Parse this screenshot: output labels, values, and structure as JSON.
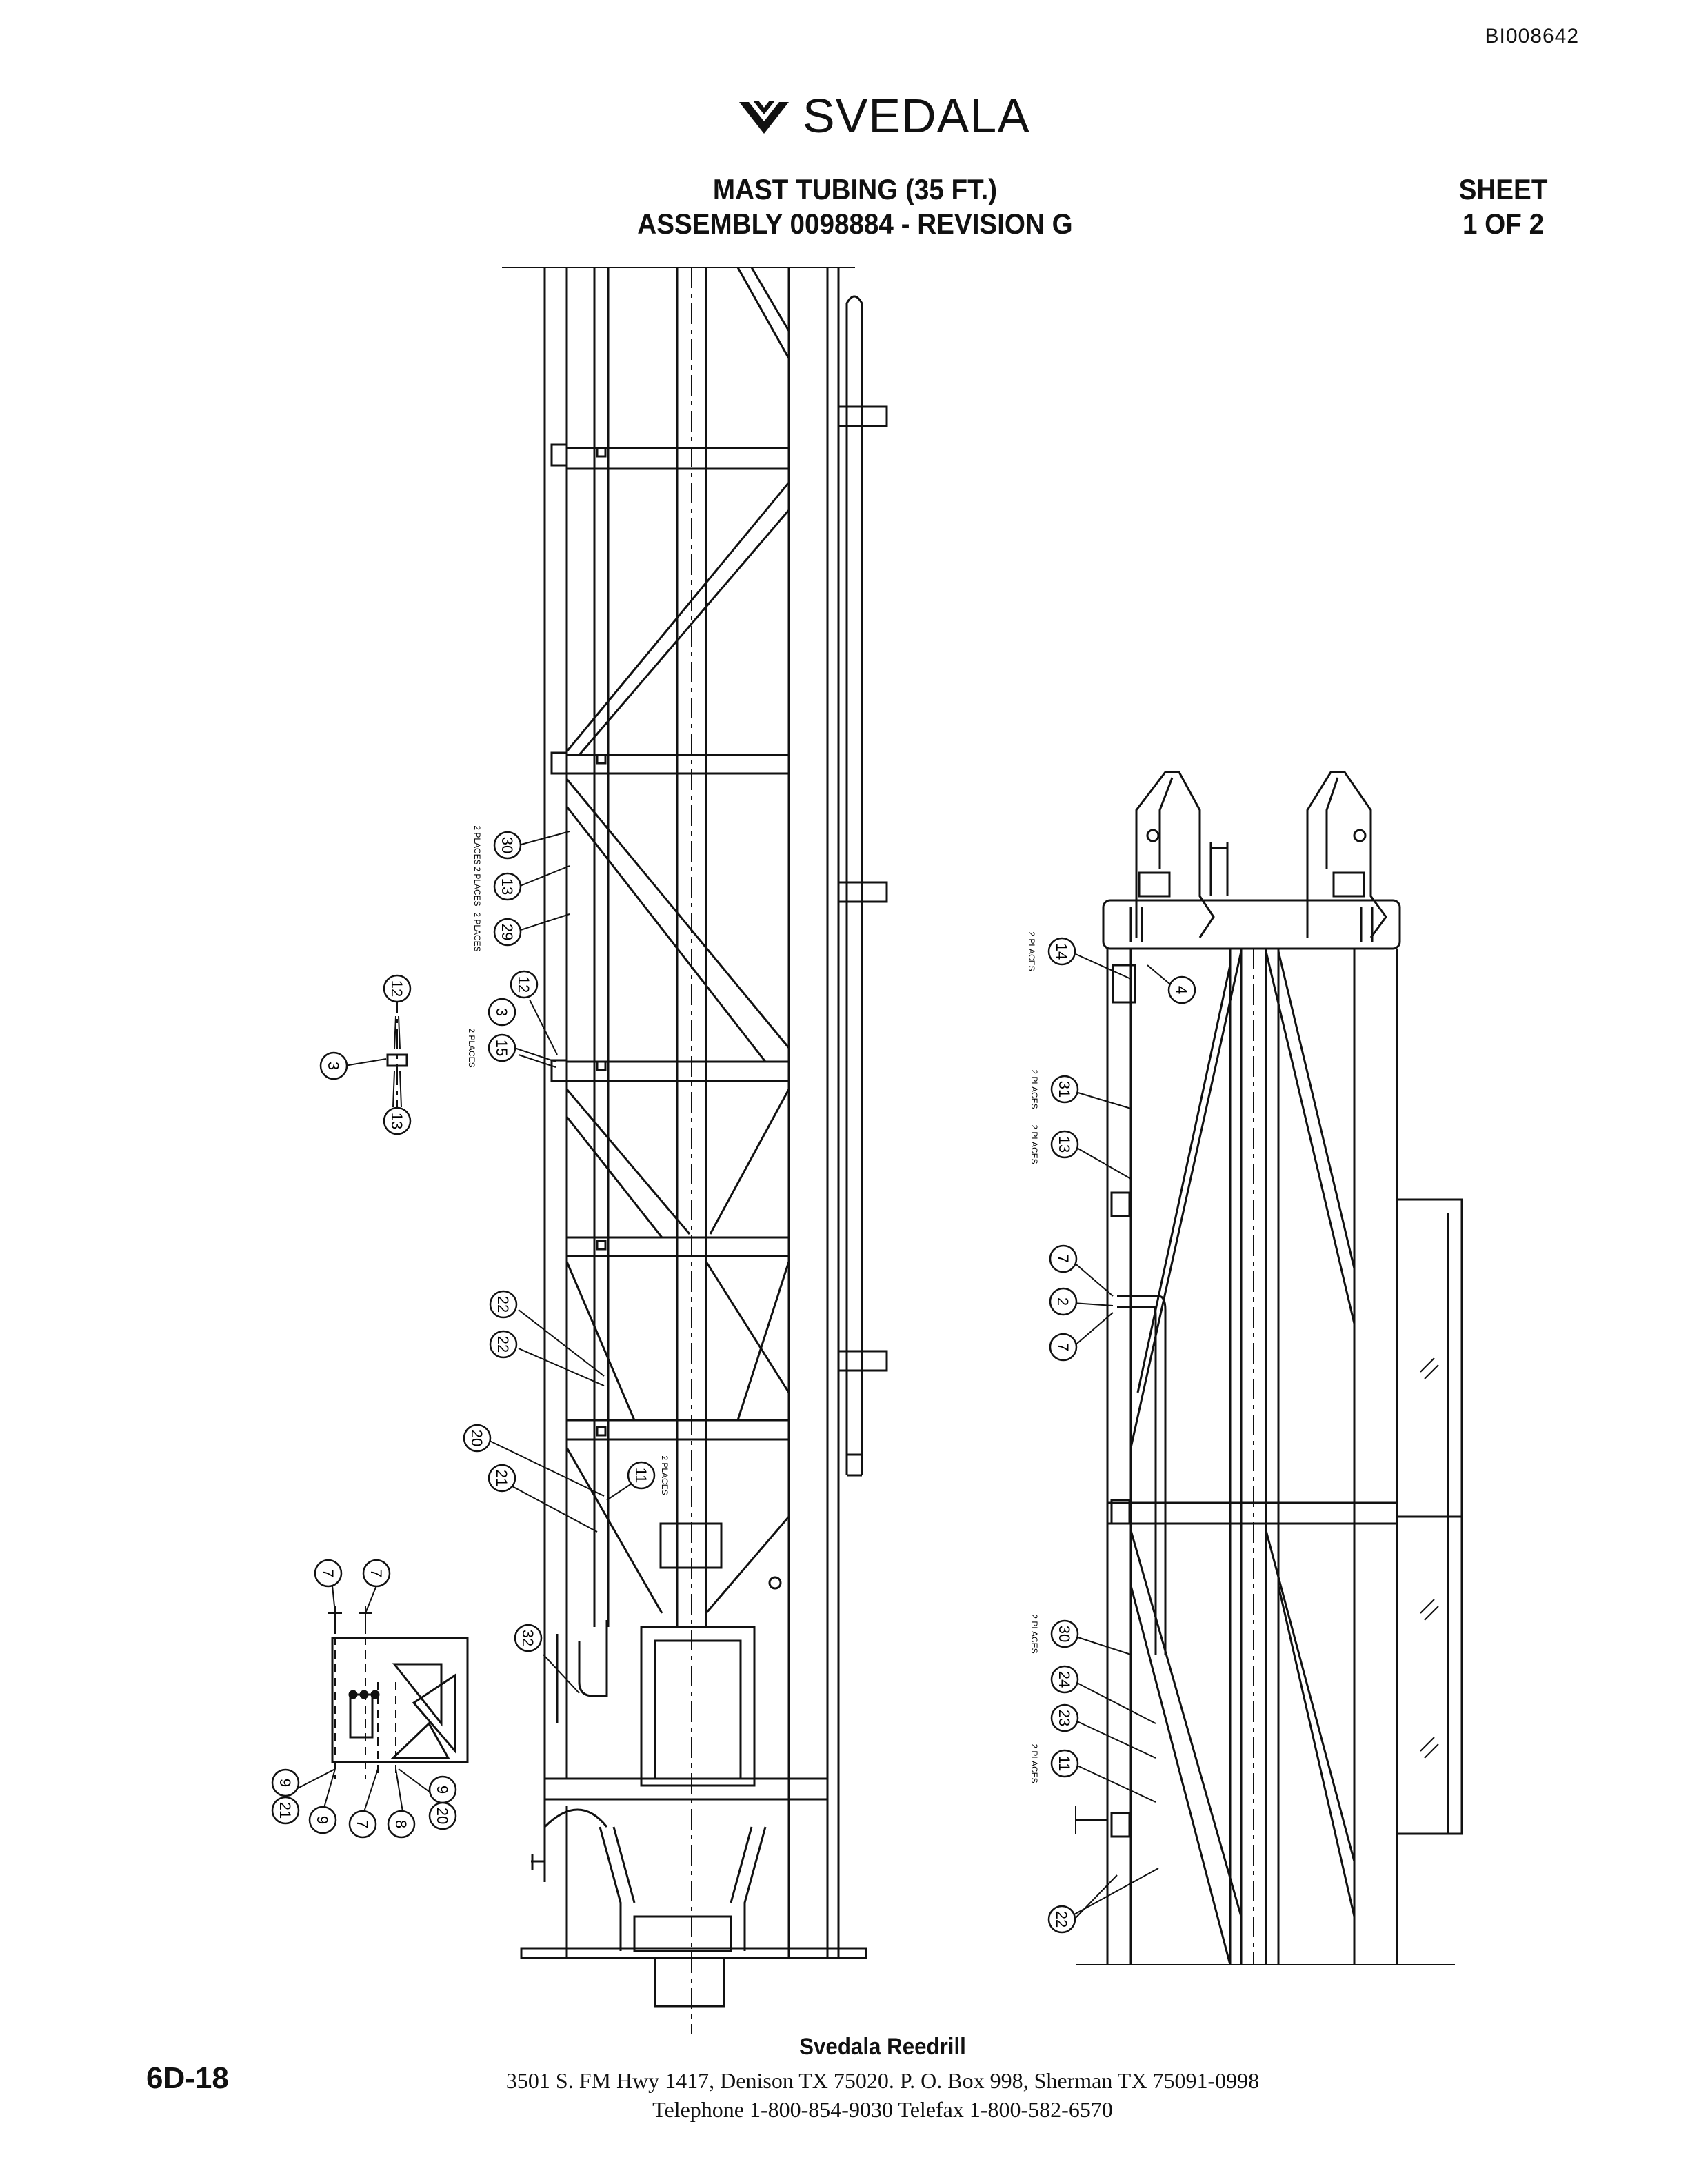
{
  "document_id": "BI008642",
  "brand": {
    "name": "SVEDALA",
    "logo_icon": "svedala-chevron-logo"
  },
  "title": {
    "line1": "MAST TUBING (35 FT.)",
    "line2": "ASSEMBLY 0098884 - REVISION G"
  },
  "sheet": {
    "line1": "SHEET",
    "line2": "1 OF 2"
  },
  "callouts": {
    "places_note": "2 PLACES",
    "left_view": [
      {
        "id": "30",
        "places": true
      },
      {
        "id": "13",
        "places": true
      },
      {
        "id": "29",
        "places": true
      },
      {
        "id": "12",
        "places": false
      },
      {
        "id": "3",
        "places": false
      },
      {
        "id": "15",
        "places": true
      },
      {
        "id": "22",
        "places": false
      },
      {
        "id": "22",
        "places": false
      },
      {
        "id": "20",
        "places": false
      },
      {
        "id": "21",
        "places": false
      },
      {
        "id": "11",
        "places": true
      },
      {
        "id": "32",
        "places": false
      }
    ],
    "detail_a": [
      "12",
      "3",
      "13"
    ],
    "detail_b": [
      "7",
      "7",
      "9",
      "21",
      "9",
      "7",
      "8",
      "9",
      "20"
    ],
    "right_view": [
      {
        "id": "14",
        "places": true
      },
      {
        "id": "4",
        "places": false
      },
      {
        "id": "31",
        "places": true
      },
      {
        "id": "13",
        "places": true
      },
      {
        "id": "7",
        "places": false
      },
      {
        "id": "2",
        "places": false
      },
      {
        "id": "7",
        "places": false
      },
      {
        "id": "30",
        "places": true
      },
      {
        "id": "24",
        "places": false
      },
      {
        "id": "23",
        "places": false
      },
      {
        "id": "11",
        "places": true
      },
      {
        "id": "22",
        "places": false
      }
    ]
  },
  "footer": {
    "page_number": "6D-18",
    "company": "Svedala Reedrill",
    "address": "3501 S. FM Hwy 1417, Denison TX  75020.    P. O. Box 998, Sherman TX  75091-0998",
    "phone": "Telephone 1-800-854-9030 Telefax 1-800-582-6570"
  }
}
